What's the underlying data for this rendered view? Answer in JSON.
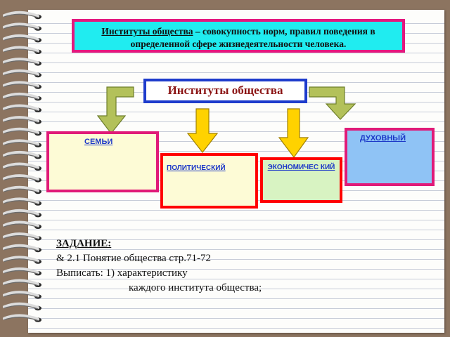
{
  "definition": {
    "term": "Институты общества",
    "rest": " – совокупность норм, правил поведения в определенной сфере жизнедеятельности человека",
    "end": "."
  },
  "title": "Институты общества",
  "institutions": {
    "family": "СЕМЬИ",
    "political": "ПОЛИТИЧЕСКИЙ",
    "economic": "ЭКОНОМИЧЕС КИЙ",
    "spiritual": "ДУХОВНЫЙ"
  },
  "task": {
    "heading": "ЗАДАНИЕ:",
    "line1": "& 2.1 Понятие общества стр.71-72",
    "line2": "Выписать: 1) характеристику",
    "line3": "каждого института общества;"
  },
  "colors": {
    "definition_bg": "#20ecf0",
    "definition_border": "#e4187e",
    "title_border": "#1e3ccc",
    "title_text": "#8b1414",
    "arrow_green": "#b3c15a",
    "arrow_yellow": "#ffd200",
    "label_blue": "#1c38c8"
  }
}
